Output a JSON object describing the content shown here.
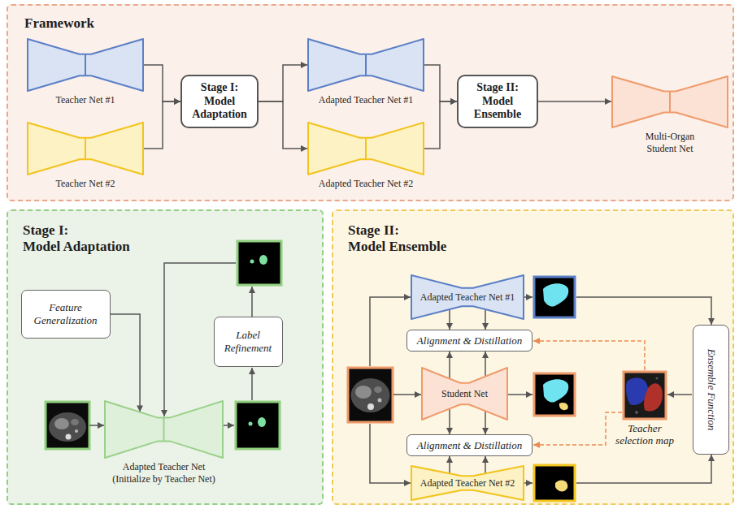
{
  "diagram": {
    "nodes": [
      {
        "text": [
          "Framework"
        ]
      },
      {
        "text": [
          "Teacher Net #1"
        ],
        "in": 0
      },
      {
        "text": [
          "Teacher Net #2"
        ],
        "in": 0
      },
      {
        "text": [
          "Stage I: Model Adaptation"
        ],
        "in": 0
      },
      {
        "text": [
          "Adapted Teacher Net #1"
        ],
        "in": 0
      },
      {
        "text": [
          "Adapted Teacher Net #2"
        ],
        "in": 0
      },
      {
        "text": [
          "Stage II: Model Ensemble"
        ],
        "in": 0
      },
      {
        "text": [
          "Multi-Organ Student Net"
        ],
        "in": 0
      },
      {
        "text": [
          "Stage I: Model Adaptation"
        ]
      },
      {
        "text": [
          "Feature Generalization"
        ],
        "in": 8
      },
      {
        "text": [
          "Label Refinement"
        ],
        "in": 8
      },
      {
        "text": [
          "Adapted Teacher Net (Initialize by Teacher Net)"
        ],
        "in": 8
      },
      {
        "text": [
          "Stage II: Model Ensemble"
        ]
      },
      {
        "text": [
          "Adapted Teacher Net #1"
        ],
        "in": 12
      },
      {
        "text": [
          "Alignment & Distillation"
        ],
        "in": 12
      },
      {
        "text": [
          "Student Net"
        ],
        "in": 12
      },
      {
        "text": [
          "Alignment & Distillation"
        ],
        "in": 12
      },
      {
        "text": [
          "Adapted Teacher Net #2"
        ],
        "in": 12
      },
      {
        "text": [
          "Ensemble Function"
        ],
        "in": 12
      }
    ],
    "edges": [
      {
        "from": 1,
        "to": 3,
        "arrow": "to"
      },
      {
        "from": 2,
        "to": 3,
        "arrow": "to"
      },
      {
        "from": 3,
        "to": 4,
        "arrow": "to"
      },
      {
        "from": 3,
        "to": 5,
        "arrow": "to"
      },
      {
        "from": 4,
        "to": 6,
        "arrow": "to"
      },
      {
        "from": 5,
        "to": 6,
        "arrow": "to"
      },
      {
        "from": 6,
        "to": 7,
        "arrow": "to"
      },
      {
        "from": 9,
        "to": 11,
        "arrow": "to"
      },
      {
        "from": 13,
        "to": 14,
        "arrow": "to"
      },
      {
        "from": 13,
        "to": 14,
        "arrow": "to"
      },
      {
        "from": 15,
        "to": 14,
        "arrow": "to"
      },
      {
        "from": 15,
        "to": 14,
        "arrow": "to"
      },
      {
        "from": 15,
        "to": 16,
        "arrow": "to"
      },
      {
        "from": 15,
        "to": 16,
        "arrow": "to"
      },
      {
        "from": 17,
        "to": 16,
        "arrow": "to"
      },
      {
        "from": 17,
        "to": 16,
        "arrow": "to"
      }
    ],
    "labels": [
      "Teacher selection map"
    ]
  }
}
